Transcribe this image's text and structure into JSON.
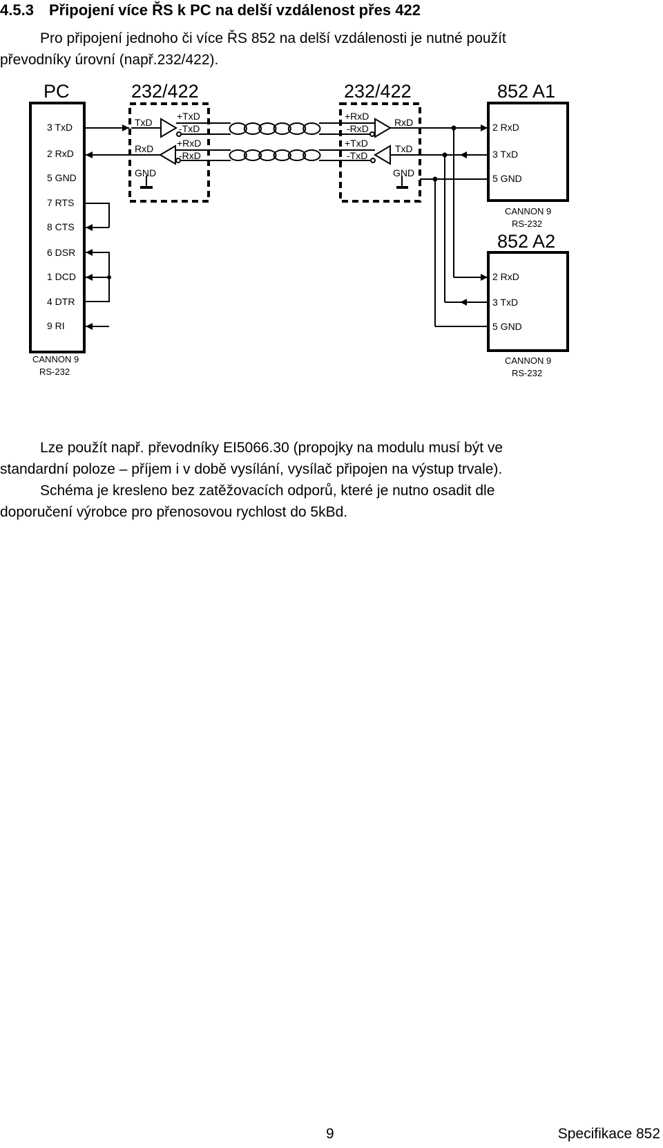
{
  "heading": {
    "number": "4.5.3",
    "title": "Připojení více ŘS k PC na delší vzdálenost přes 422"
  },
  "intro": {
    "line1": "Pro připojení jednoho či více ŘS 852 na delší vzdálenosti je nutné použít",
    "line2": "převodníky úrovní (např.232/422)."
  },
  "diagram": {
    "pc": {
      "title": "PC",
      "pins": [
        "3 TxD",
        "2 RxD",
        "5 GND",
        "7 RTS",
        "8 CTS",
        "6 DSR",
        "1 DCD",
        "4 DTR",
        "9 RI"
      ],
      "connector": "CANNON 9",
      "standard": "RS-232"
    },
    "conv_left": {
      "title": "232/422",
      "txd": "TxD",
      "rxd": "RxD",
      "gnd": "GND",
      "plus_txd": "+TxD",
      "minus_txd": "-TxD",
      "plus_rxd": "+RxD",
      "minus_rxd": "-RxD"
    },
    "conv_right": {
      "title": "232/422",
      "plus_rxd": "+RxD",
      "minus_rxd": "-RxD",
      "plus_txd": "+TxD",
      "minus_txd": "-TxD",
      "rxd": "RxD",
      "txd": "TxD",
      "gnd": "GND"
    },
    "a1": {
      "title": "852 A1",
      "pins": [
        "2 RxD",
        "3 TxD",
        "5 GND"
      ],
      "connector": "CANNON 9",
      "standard": "RS-232"
    },
    "a2": {
      "title": "852 A2",
      "pins": [
        "2 RxD",
        "3 TxD",
        "5 GND"
      ],
      "connector": "CANNON 9",
      "standard": "RS-232"
    }
  },
  "body": {
    "line1": "Lze použít např. převodníky EI5066.30 (propojky na modulu musí být ve",
    "line2": "standardní poloze – příjem i v době vysílání, vysílač připojen na výstup trvale).",
    "line3": "Schéma je kresleno bez zatěžovacích odporů, které je nutno osadit dle",
    "line4": "doporučení výrobce pro přenosovou rychlost do 5kBd."
  },
  "footer": {
    "page_number": "9",
    "document": "Specifikace 852"
  }
}
